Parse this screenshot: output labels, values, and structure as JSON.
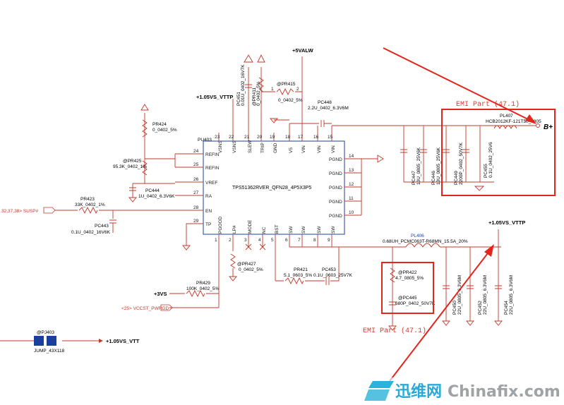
{
  "chip": {
    "part": "TPS51362RVER_QFN28_4P5X3P5",
    "ref": "PU403",
    "left_pins": [
      {
        "num": "24",
        "name": "REFIN"
      },
      {
        "num": "25",
        "name": "REFIN"
      },
      {
        "num": "26",
        "name": "VREF"
      },
      {
        "num": "27",
        "name": "RA"
      },
      {
        "num": "28",
        "name": "EN"
      },
      {
        "num": "29",
        "name": "TP"
      }
    ],
    "top_pins": [
      {
        "num": "23",
        "name": "VSNS"
      },
      {
        "num": "22",
        "name": "VSNS"
      },
      {
        "num": "21",
        "name": "SLEW"
      },
      {
        "num": "20",
        "name": "TRIP"
      },
      {
        "num": "19",
        "name": "GND"
      },
      {
        "num": "18",
        "name": "V5"
      },
      {
        "num": "17",
        "name": "VIN"
      },
      {
        "num": "16",
        "name": "VIN"
      },
      {
        "num": "15",
        "name": "VIN"
      }
    ],
    "right_pins": [
      {
        "num": "14",
        "name": "PGND"
      },
      {
        "num": "13",
        "name": "PGND"
      },
      {
        "num": "12",
        "name": "PGND"
      },
      {
        "num": "11",
        "name": "PGND"
      },
      {
        "num": "10",
        "name": "PGND"
      }
    ],
    "bottom_pins": [
      {
        "num": "1",
        "name": "PGOOD"
      },
      {
        "num": "2",
        "name": "LP#"
      },
      {
        "num": "3",
        "name": "MODE"
      },
      {
        "num": "4",
        "name": "NC"
      },
      {
        "num": "5",
        "name": "BST"
      },
      {
        "num": "6",
        "name": "SW"
      },
      {
        "num": "7",
        "name": "SW"
      },
      {
        "num": "8",
        "name": "SW"
      },
      {
        "num": "9",
        "name": "SW"
      }
    ]
  },
  "nets": {
    "vcc_top": "+5VALW",
    "vttp_top": "+1.05VS_VTTP",
    "vttp_right": "+1.05VS_VTTP",
    "b_plus": "B+",
    "three_vs": "+3VS",
    "vtt_bottom": "+1.05VS_VTT",
    "susp_offpage": "32,37,38> SUSP#",
    "pwrgd_offpage": "<25> VCCST_PWRGD"
  },
  "components": {
    "PR424": {
      "ref": "PR424",
      "value": "0_0402_5%"
    },
    "PR425": {
      "ref": "@PR425",
      "value": "95.3K_0402_1%"
    },
    "PC444": {
      "ref": "PC444",
      "value": "1U_0402_6.3V6K"
    },
    "PR423": {
      "ref": "PR423",
      "value": "33K_0402_1%"
    },
    "PC443": {
      "ref": "PC443",
      "value": "0.1U_0402_16V6K"
    },
    "PC451": {
      "ref": "PC451",
      "value": "0.01U_0402_16V7K"
    },
    "PR411": {
      "ref": "@PR411",
      "value": "0_0402_5%"
    },
    "PR415": {
      "ref": "@PR415",
      "value": "0_0402_5%"
    },
    "PC448": {
      "ref": "PC448",
      "value": "2.2U_0402_6.3V6M"
    },
    "PC447": {
      "ref": "PC447",
      "value": "10U_0805_25V6K"
    },
    "PC446": {
      "ref": "PC446",
      "value": "10U_0805_25V6K"
    },
    "PC449": {
      "ref": "PC449",
      "value": "2200P_0402_50V7K"
    },
    "PC455": {
      "ref": "PC455",
      "value": "0.1U_0402_25V6"
    },
    "PL407": {
      "ref": "PL407",
      "value": "HCB2012KF-121T50_0805"
    },
    "PL406": {
      "ref": "PL406",
      "value": "0.68UH_PCMC063T-R68MN_15.5A_20%"
    },
    "PR421": {
      "ref": "PR421",
      "value": "5.1_0603_5%"
    },
    "PC453": {
      "ref": "PC453",
      "value": "0.1U_0603_25V7K"
    },
    "PR422": {
      "ref": "@PR422",
      "value": "4.7_0805_5%"
    },
    "PC445": {
      "ref": "@PC445",
      "value": "680P_0402_50V7K"
    },
    "PC450": {
      "ref": "PC450",
      "value": "22U_0805_6.3V6M"
    },
    "PC452": {
      "ref": "PC452",
      "value": "22U_0805_6.3V6M"
    },
    "PC454": {
      "ref": "PC454",
      "value": "22U_0805_6.3V6M"
    },
    "PR427": {
      "ref": "@PR427",
      "value": "0_0402_5%"
    },
    "PR429": {
      "ref": "PR429",
      "value": "100K_0402_5%"
    },
    "PJ403": {
      "ref": "@PJ403",
      "value": "JUMP_43X118"
    }
  },
  "annotations": {
    "emi_top": "EMI Part (47.1)",
    "emi_bottom": "EMI Part (47.1)"
  },
  "watermark": {
    "cn_text": "迅维网",
    "en_text": "Chinafix.com"
  },
  "colors": {
    "wire": "#c0392b",
    "chip_outline": "#1b3f9c",
    "annotation": "#e1261c",
    "emi_label": "#d43a30"
  }
}
